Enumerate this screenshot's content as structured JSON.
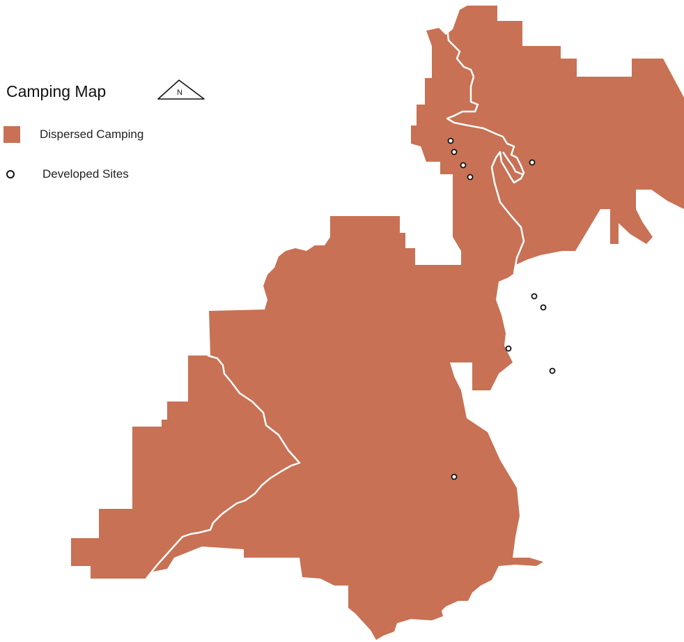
{
  "legend": {
    "title": "Camping Map",
    "north_label": "N",
    "items": [
      {
        "label": "Dispersed Camping",
        "symbol": "filled-square"
      },
      {
        "label": "Developed Sites",
        "symbol": "open-circle"
      }
    ]
  },
  "colors": {
    "dispersed_fill": "#C87155",
    "route_line": "#ffffff",
    "site_marker_stroke": "#111111",
    "background": "#ffffff"
  },
  "icons": [
    "north-arrow-icon",
    "dispersed-camping-swatch-icon",
    "developed-site-icon"
  ]
}
